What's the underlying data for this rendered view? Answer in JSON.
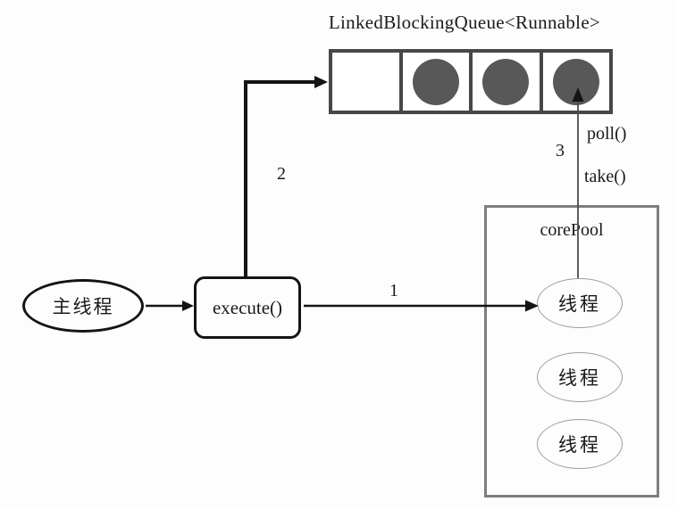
{
  "diagram": {
    "title": "LinkedBlockingQueue<Runnable>",
    "queue": {
      "cells": [
        "empty",
        "filled",
        "filled",
        "filled"
      ]
    },
    "core_pool": {
      "title": "corePool",
      "threads": [
        "线程",
        "线程",
        "线程"
      ]
    },
    "main_thread_label": "主线程",
    "execute_label": "execute()",
    "steps": {
      "step1": "1",
      "step2": "2",
      "step3": "3"
    },
    "methods": {
      "poll": "poll()",
      "take": "take()"
    },
    "colors": {
      "queue_border": "#474747",
      "task_fill": "#585858",
      "pool_border": "#7e7e7e",
      "line_black": "#141414",
      "thin_line_gray": "#4d4d4d"
    }
  }
}
